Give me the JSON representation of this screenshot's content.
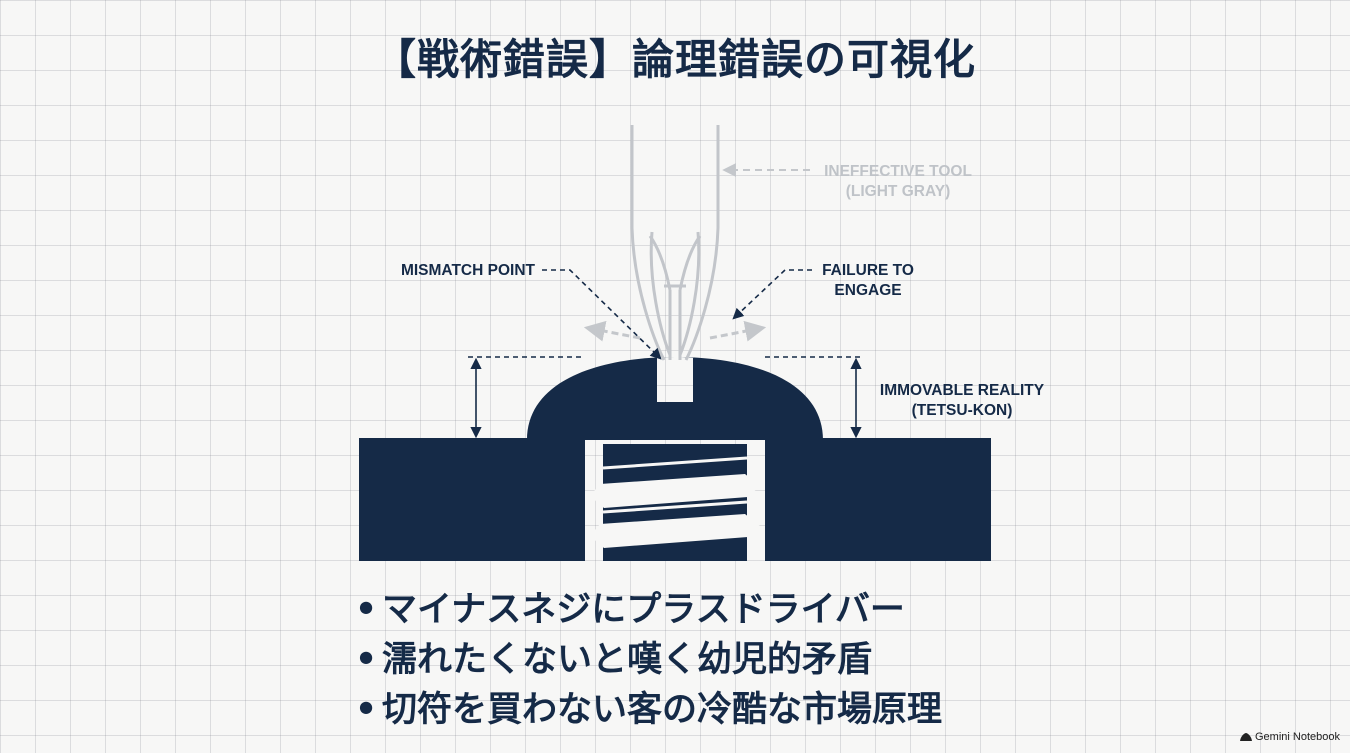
{
  "title": "【戦術錯誤】論理錯誤の可視化",
  "labels": {
    "ineffective_tool_1": "INEFFECTIVE TOOL",
    "ineffective_tool_2": "(LIGHT GRAY)",
    "mismatch_point": "MISMATCH POINT",
    "failure_1": "FAILURE TO",
    "failure_2": "ENGAGE",
    "immovable_1": "IMMOVABLE REALITY",
    "immovable_2": "(TETSU-KON)"
  },
  "bullets": [
    "マイナスネジにプラスドライバー",
    "濡れたくないと嘆く幼児的矛盾",
    "切符を買わない客の冷酷な市場原理"
  ],
  "bullet_symbol": "•",
  "brand": {
    "name": "Gemini Notebook",
    "icon": "notebook-logo-icon"
  },
  "colors": {
    "navy": "#152a47",
    "tool_gray": "#bfc3c8",
    "background": "#f7f7f6"
  }
}
